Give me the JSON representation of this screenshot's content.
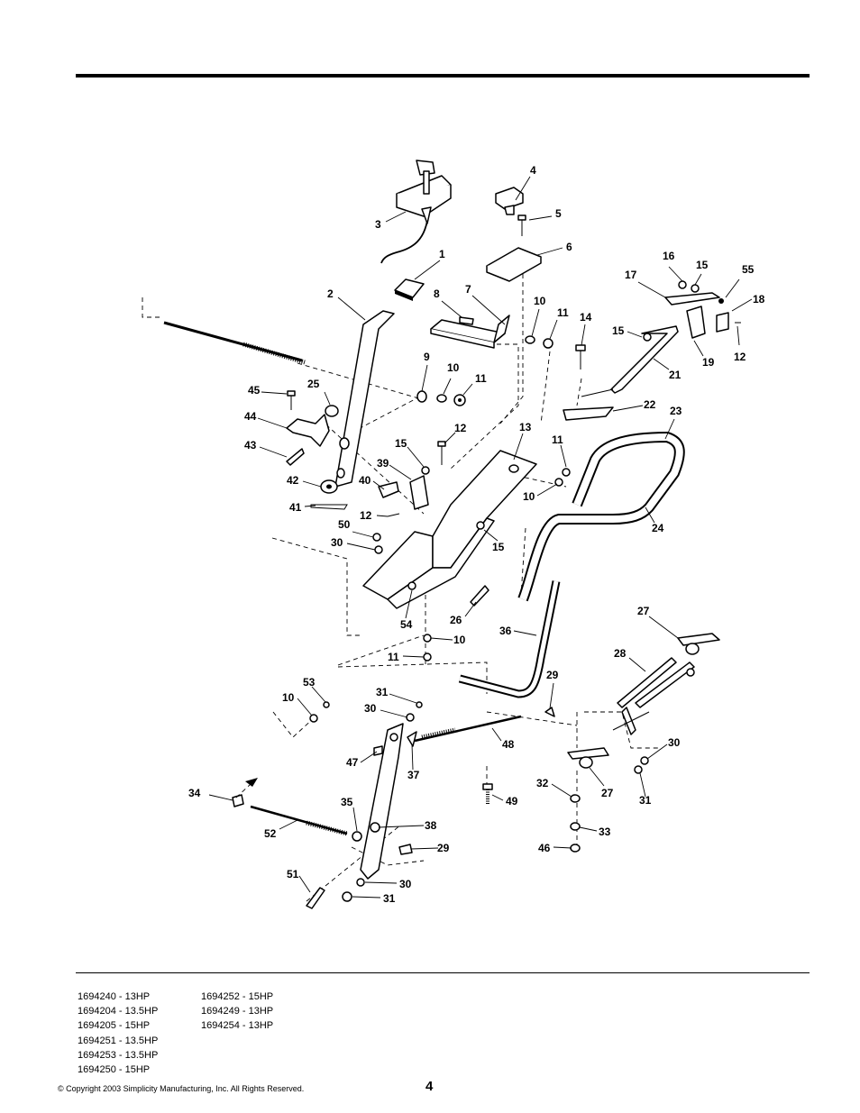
{
  "diagram": {
    "callouts": [
      "1",
      "2",
      "3",
      "4",
      "5",
      "6",
      "7",
      "8",
      "9",
      "10",
      "10",
      "10",
      "10",
      "10",
      "11",
      "11",
      "11",
      "11",
      "12",
      "12",
      "12",
      "13",
      "14",
      "15",
      "15",
      "15",
      "15",
      "16",
      "17",
      "18",
      "19",
      "21",
      "22",
      "23",
      "24",
      "25",
      "26",
      "27",
      "27",
      "28",
      "29",
      "29",
      "30",
      "30",
      "30",
      "30",
      "31",
      "31",
      "31",
      "32",
      "33",
      "34",
      "35",
      "36",
      "37",
      "38",
      "39",
      "40",
      "41",
      "42",
      "43",
      "44",
      "45",
      "46",
      "47",
      "48",
      "49",
      "50",
      "51",
      "52",
      "53",
      "54",
      "55"
    ]
  },
  "models": {
    "col1": [
      "1694240 - 13HP",
      "1694204 - 13.5HP",
      "1694205 - 15HP",
      "1694251 - 13.5HP",
      "1694253 - 13.5HP",
      "1694250 - 15HP"
    ],
    "col2": [
      "1694252 - 15HP",
      "1694249 - 13HP",
      "1694254 - 13HP"
    ]
  },
  "footer": {
    "copyright": "© Copyright 2003 Simplicity Manufacturing, Inc. All Rights Reserved.",
    "page_number": "4"
  }
}
